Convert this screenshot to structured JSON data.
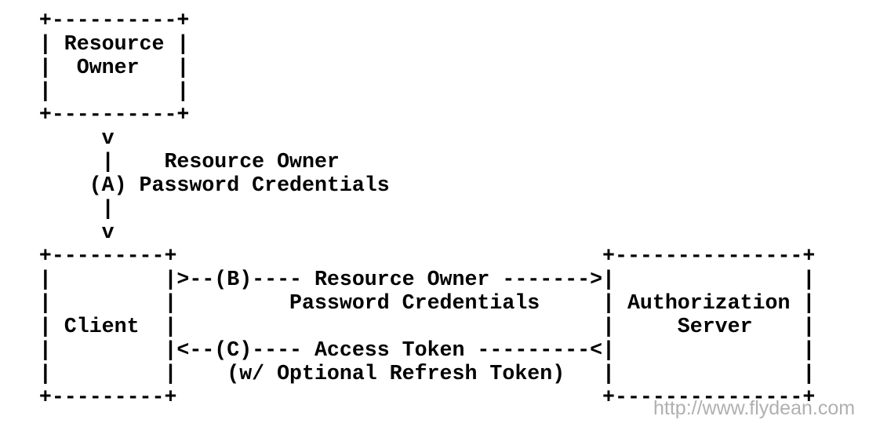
{
  "diagram": {
    "kind": "ascii-flow-diagram",
    "lines": [
      "   +----------+",
      "   | Resource |",
      "   |  Owner   |",
      "   |          |",
      "   +----------+",
      "        v",
      "        |    Resource Owner",
      "       (A) Password Credentials",
      "        |",
      "        v",
      "   +---------+                                  +---------------+",
      "   |         |>--(B)---- Resource Owner ------->|               |",
      "   |         |         Password Credentials     | Authorization |",
      "   | Client  |                                  |     Server    |",
      "   |         |<--(C)---- Access Token ---------<|               |",
      "   |         |    (w/ Optional Refresh Token)   |               |",
      "   +---------+                                  +---------------+"
    ],
    "semantics": {
      "nodes": [
        "Resource Owner",
        "Client",
        "Authorization Server"
      ],
      "steps": [
        {
          "id": "(A)",
          "label": "Resource Owner Password Credentials",
          "from": "Resource Owner",
          "to": "Client"
        },
        {
          "id": "(B)",
          "label": "Resource Owner Password Credentials",
          "from": "Client",
          "to": "Authorization Server"
        },
        {
          "id": "(C)",
          "label": "Access Token (w/ Optional Refresh Token)",
          "from": "Authorization Server",
          "to": "Client"
        }
      ]
    }
  },
  "watermark": {
    "text": "http://www.flydean.com",
    "color": "#b0b0b0"
  },
  "colors": {
    "background": "#ffffff",
    "diagram_text": "#000000",
    "watermark": "#b0b0b0"
  }
}
